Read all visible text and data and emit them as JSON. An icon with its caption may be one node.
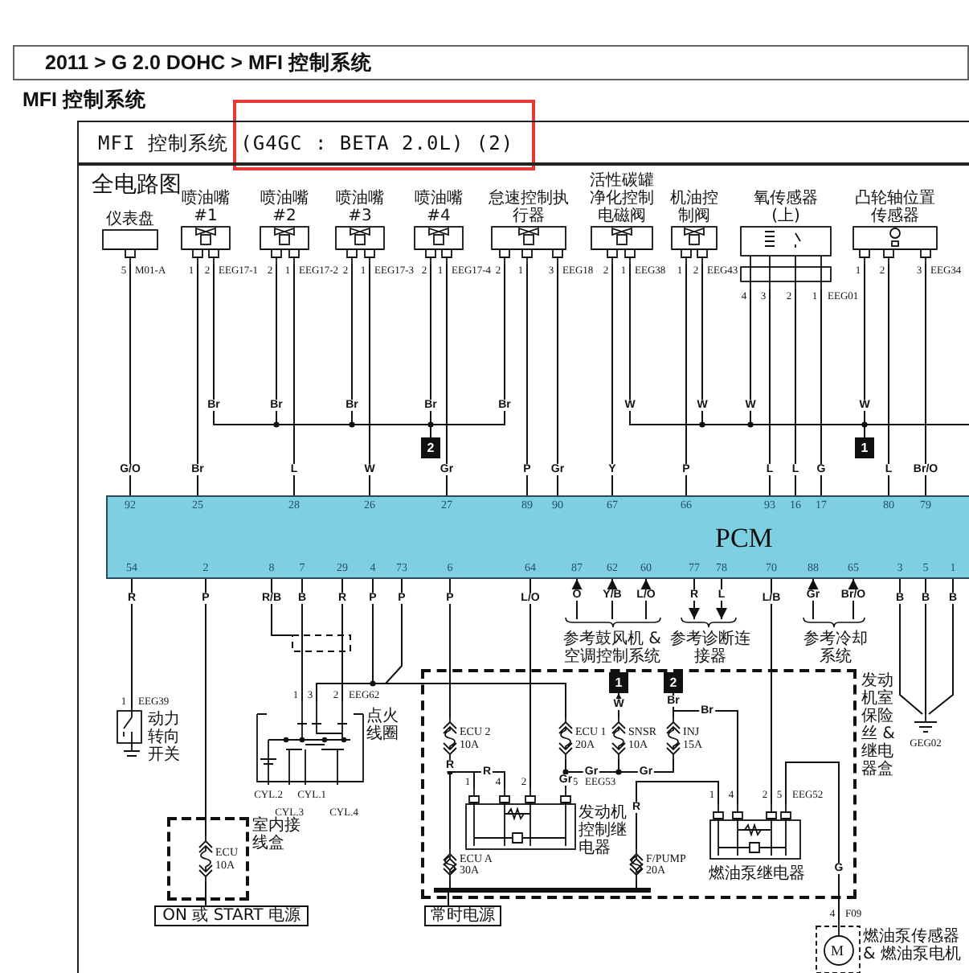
{
  "diagram": {
    "title": "MFI 控制系统",
    "nodes": [
      {
        "text": [
          "2011 > G 2.0 DOHC > MFI 控制系统"
        ]
      },
      {
        "text": [
          "MFI 控制系统 (G4GC : BETA 2.0L) (2)",
          "全电路图"
        ]
      },
      {
        "text": [
          "仪表盘"
        ],
        "in": 1,
        "beside": [
          "M01-A"
        ]
      },
      {
        "text": [
          "喷油嘴 #1"
        ],
        "in": 1,
        "beside": [
          "EEG17-1"
        ]
      },
      {
        "text": [
          "喷油嘴 #2"
        ],
        "in": 1,
        "beside": [
          "EEG17-2"
        ]
      },
      {
        "text": [
          "喷油嘴 #3"
        ],
        "in": 1,
        "beside": [
          "EEG17-3"
        ]
      },
      {
        "text": [
          "喷油嘴 #4"
        ],
        "in": 1,
        "beside": [
          "EEG17-4"
        ]
      },
      {
        "text": [
          "怠速控制执行器"
        ],
        "in": 1,
        "beside": [
          "EEG18"
        ]
      },
      {
        "text": [
          "活性碳罐净化控制电磁阀"
        ],
        "in": 1,
        "beside": [
          "EEG38"
        ]
      },
      {
        "text": [
          "机油控制阀"
        ],
        "in": 1,
        "beside": [
          "EEG43"
        ]
      },
      {
        "text": [
          "氧传感器 (上)"
        ],
        "in": 1,
        "beside": [
          "EEG01"
        ]
      },
      {
        "text": [
          "凸轮轴位置传感器"
        ],
        "in": 1,
        "beside": [
          "EEG34"
        ]
      },
      {
        "text": [
          "PCM"
        ],
        "in": 1
      },
      {
        "text": [
          "2"
        ],
        "in": 1
      },
      {
        "text": [
          "1"
        ],
        "in": 1
      },
      {
        "text": [
          "动力转向开关"
        ],
        "in": 1,
        "beside": [
          "EEG39"
        ]
      },
      {
        "text": [
          "点火线圈"
        ],
        "in": 1,
        "beside": [
          "EEG62",
          "CYL.2",
          "CYL.1",
          "CYL.3",
          "CYL.4"
        ]
      },
      {
        "text": [],
        "shape": "box",
        "in": 1,
        "beside": [
          "室内接线盒"
        ]
      },
      {
        "text": [
          "ECU 10A"
        ],
        "in": 17
      },
      {
        "text": [
          "ON 或 START 电源"
        ],
        "in": 1
      },
      {
        "text": [],
        "shape": "box",
        "in": 1,
        "beside": [
          "发动机室保险丝 & 继电器盒"
        ]
      },
      {
        "text": [
          "ECU 2 10A"
        ],
        "in": 20
      },
      {
        "text": [
          "ECU 1 20A"
        ],
        "in": 20
      },
      {
        "text": [
          "SNSR 10A"
        ],
        "in": 20
      },
      {
        "text": [
          "INJ 15A"
        ],
        "in": 20
      },
      {
        "text": [
          "发动机控制继电器"
        ],
        "in": 20,
        "beside": [
          "EEG53"
        ]
      },
      {
        "text": [
          "燃油泵继电器"
        ],
        "in": 20,
        "beside": [
          "EEG52"
        ]
      },
      {
        "text": [
          "ECU A 30A"
        ],
        "in": 20
      },
      {
        "text": [
          "F/PUMP 20A"
        ],
        "in": 20
      },
      {
        "text": [
          "常时电源"
        ],
        "in": 1
      },
      {
        "text": [
          "1"
        ],
        "in": 20
      },
      {
        "text": [
          "2"
        ],
        "in": 20
      },
      {
        "text": [
          "燃油泵传感器 & 燃油泵电机"
        ],
        "in": 1,
        "beside": [
          "F09"
        ]
      },
      {
        "text": [
          "GEG02"
        ],
        "in": 1
      },
      {
        "text": [
          "参考鼓风机 & 空调控制系统"
        ],
        "in": 1
      },
      {
        "text": [
          "参考诊断连接器"
        ],
        "in": 1
      },
      {
        "text": [
          "参考冷却系统"
        ],
        "in": 1
      },
      {
        "text": [],
        "shape": "bar",
        "in": 20
      }
    ],
    "edges": [
      {
        "from": 2,
        "to": 12,
        "arrow": "none",
        "label": "G/O"
      },
      {
        "from": 3,
        "to": 12,
        "arrow": "none",
        "label": "Br"
      },
      {
        "from": 3,
        "to": 13,
        "arrow": "none",
        "label": "Br"
      },
      {
        "from": 4,
        "to": 13,
        "arrow": "none",
        "label": "Br"
      },
      {
        "from": 4,
        "to": 12,
        "arrow": "none",
        "label": "L"
      },
      {
        "from": 5,
        "to": 13,
        "arrow": "none",
        "label": "Br"
      },
      {
        "from": 5,
        "to": 12,
        "arrow": "none",
        "label": "W"
      },
      {
        "from": 6,
        "to": 13,
        "arrow": "none",
        "label": "Br"
      },
      {
        "from": 6,
        "to": 12,
        "arrow": "none",
        "label": "Gr"
      },
      {
        "from": 7,
        "to": 13,
        "arrow": "none",
        "label": "Br"
      },
      {
        "from": 7,
        "to": 12,
        "arrow": "none",
        "label": "P"
      },
      {
        "from": 7,
        "to": 12,
        "arrow": "none",
        "label": "Gr"
      },
      {
        "from": 8,
        "to": 12,
        "arrow": "none",
        "label": "Y"
      },
      {
        "from": 8,
        "to": 14,
        "arrow": "none",
        "label": "W"
      },
      {
        "from": 9,
        "to": 12,
        "arrow": "none",
        "label": "P"
      },
      {
        "from": 9,
        "to": 14,
        "arrow": "none",
        "label": "W"
      },
      {
        "from": 10,
        "to": 14,
        "arrow": "none",
        "label": "W"
      },
      {
        "from": 10,
        "to": 12,
        "arrow": "none",
        "label": "L"
      },
      {
        "from": 10,
        "to": 12,
        "arrow": "none",
        "label": "L"
      },
      {
        "from": 10,
        "to": 12,
        "arrow": "none",
        "label": "G"
      },
      {
        "from": 11,
        "to": 14,
        "arrow": "none",
        "label": "W"
      },
      {
        "from": 11,
        "to": 12,
        "arrow": "none",
        "label": "L"
      },
      {
        "from": 11,
        "to": 12,
        "arrow": "none",
        "label": "Br/O"
      },
      {
        "from": 12,
        "to": 15,
        "arrow": "none",
        "label": "R"
      },
      {
        "from": 12,
        "to": 18,
        "arrow": "none",
        "label": "P"
      },
      {
        "from": 12,
        "to": null,
        "arrow": "none",
        "label": "R/B"
      },
      {
        "from": 12,
        "to": 16,
        "arrow": "none",
        "label": "B"
      },
      {
        "from": 12,
        "to": 16,
        "arrow": "none",
        "label": "R"
      },
      {
        "from": 12,
        "to": 16,
        "arrow": "none",
        "label": "P"
      },
      {
        "from": 12,
        "to": 16,
        "arrow": "none",
        "label": "P"
      },
      {
        "from": 12,
        "to": 22,
        "arrow": "none"
      },
      {
        "from": 12,
        "to": 21,
        "arrow": "none",
        "label": "P"
      },
      {
        "from": 12,
        "to": 25,
        "arrow": "none",
        "label": "L/O"
      },
      {
        "from": 34,
        "to": 12,
        "arrow": "to",
        "label": "O"
      },
      {
        "from": 34,
        "to": 12,
        "arrow": "to",
        "label": "Y/B"
      },
      {
        "from": 34,
        "to": 12,
        "arrow": "to",
        "label": "L/O"
      },
      {
        "from": 12,
        "to": 35,
        "arrow": "to",
        "label": "R"
      },
      {
        "from": 12,
        "to": 35,
        "arrow": "to",
        "label": "L"
      },
      {
        "from": 12,
        "to": 26,
        "arrow": "none",
        "label": "L/B"
      },
      {
        "from": 36,
        "to": 12,
        "arrow": "to",
        "label": "Gr"
      },
      {
        "from": 36,
        "to": 12,
        "arrow": "to",
        "label": "Br/O"
      },
      {
        "from": 12,
        "to": 33,
        "arrow": "none",
        "label": "B"
      },
      {
        "from": 12,
        "to": 33,
        "arrow": "none",
        "label": "B"
      },
      {
        "from": 12,
        "to": 33,
        "arrow": "none",
        "label": "B"
      },
      {
        "from": 21,
        "to": 25,
        "arrow": "none",
        "label": "R"
      },
      {
        "from": 21,
        "to": 25,
        "arrow": "none",
        "label": "R"
      },
      {
        "from": 22,
        "to": 25,
        "arrow": "none",
        "label": "Gr"
      },
      {
        "from": 22,
        "to": 23,
        "arrow": "none",
        "label": "Gr"
      },
      {
        "from": 23,
        "to": 24,
        "arrow": "none",
        "label": "Gr"
      },
      {
        "from": 23,
        "to": 30,
        "arrow": "to",
        "label": "W"
      },
      {
        "from": 24,
        "to": 31,
        "arrow": "to",
        "label": "Br"
      },
      {
        "from": 24,
        "to": 26,
        "arrow": "none",
        "label": "Br"
      },
      {
        "from": 28,
        "to": 26,
        "arrow": "none",
        "label": "R"
      },
      {
        "from": 26,
        "to": 32,
        "arrow": "none",
        "label": "G"
      },
      {
        "from": 21,
        "to": 27,
        "arrow": "none"
      },
      {
        "from": 18,
        "to": 19,
        "arrow": "none"
      },
      {
        "from": 27,
        "to": 37,
        "arrow": "none"
      },
      {
        "from": 28,
        "to": 37,
        "arrow": "none"
      },
      {
        "from": 37,
        "to": 29,
        "arrow": "none"
      },
      {
        "from": null,
        "to": 14,
        "arrow": "none"
      }
    ],
    "labels": [
      "5",
      "1",
      "2",
      "2",
      "1",
      "2",
      "1",
      "2",
      "1",
      "2",
      "1",
      "3",
      "2",
      "1",
      "1",
      "2",
      "4",
      "3",
      "2",
      "1",
      "1",
      "2",
      "3",
      "92",
      "25",
      "28",
      "26",
      "27",
      "89",
      "90",
      "67",
      "66",
      "93",
      "16",
      "17",
      "80",
      "79",
      "54",
      "2",
      "8",
      "7",
      "29",
      "4",
      "73",
      "6",
      "64",
      "87",
      "62",
      "60",
      "77",
      "78",
      "70",
      "88",
      "65",
      "3",
      "5",
      "1",
      "1",
      "1",
      "3",
      "2",
      "1",
      "4",
      "2",
      "5",
      "1",
      "4",
      "2",
      "5",
      "4",
      "M"
    ]
  }
}
